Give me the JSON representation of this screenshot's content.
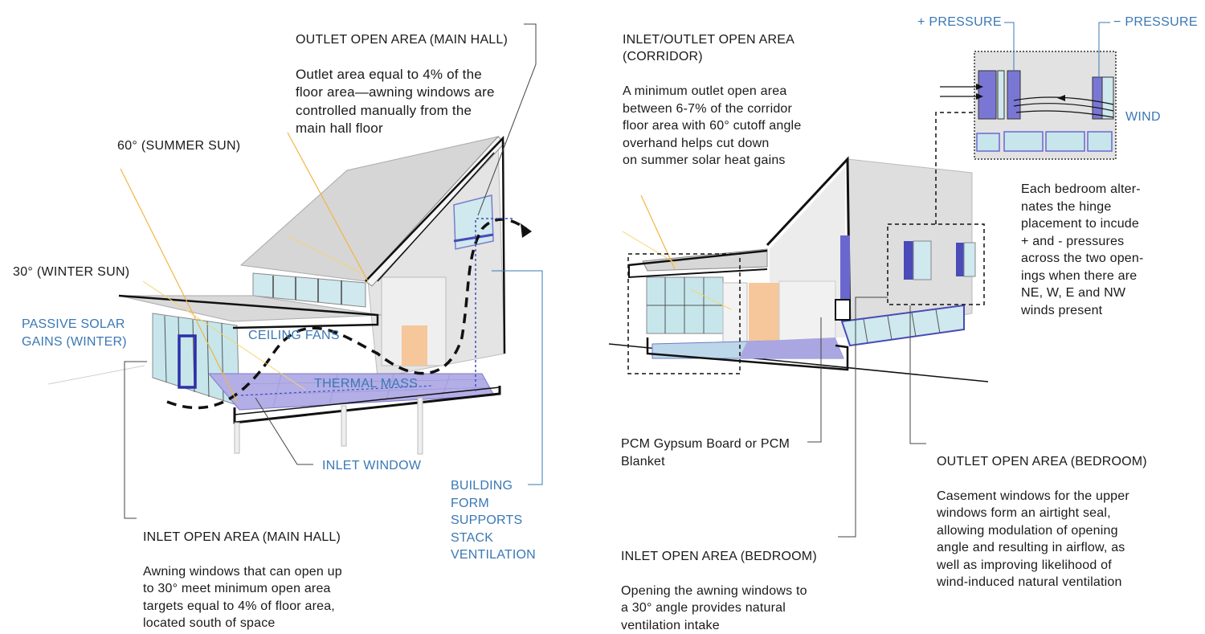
{
  "left": {
    "outlet_main_hall": {
      "heading": "OUTLET OPEN AREA (MAIN HALL)",
      "body": "Outlet area equal to 4% of the\nfloor area—awning windows are\ncontrolled manually from the\nmain hall floor"
    },
    "summer_sun": "60° (SUMMER SUN)",
    "winter_sun": "30° (WINTER SUN)",
    "passive_solar": "PASSIVE SOLAR\nGAINS (WINTER)",
    "ceiling_fans": "CEILING FANS",
    "thermal_mass": "THERMAL MASS",
    "inlet_window": "INLET WINDOW",
    "building_form": "BUILDING\nFORM\nSUPPORTS\nSTACK\nVENTILATION",
    "inlet_main_hall": {
      "heading": "INLET OPEN AREA (MAIN HALL)",
      "body": "Awning windows that can open up\nto 30° meet minimum open area\ntargets equal to 4% of floor area,\nlocated south of space"
    }
  },
  "right": {
    "corridor": {
      "heading": "INLET/OUTLET OPEN AREA\n(CORRIDOR)",
      "body": "A minimum outlet open area\nbetween 6-7% of the corridor\nfloor area with 60° cutoff angle\noverhand helps cut down\non summer solar heat gains"
    },
    "plus_pressure": "+ PRESSURE",
    "minus_pressure": "− PRESSURE",
    "wind": "WIND",
    "bedroom_note": "Each bedroom alter-\nnates the hinge\nplacement to incude\n+ and - pressures\nacross the two open-\nings when there are\nNE, W, E and NW\nwinds present",
    "pcm": "PCM Gypsum Board or PCM\nBlanket",
    "inlet_bedroom": {
      "heading": "INLET OPEN AREA (BEDROOM)",
      "body": "Opening the awning windows to\na 30° angle provides natural\nventilation intake"
    },
    "outlet_bedroom": {
      "heading": "OUTLET OPEN AREA (BEDROOM)",
      "body": "Casement windows for the upper\nwindows form an airtight seal,\nallowing modulation of opening\nangle and resulting in airflow, as\nwell as improving likelihood of\nwind-induced natural ventilation"
    }
  },
  "colors": {
    "text": "#1a1a1a",
    "label_blue": "#3a78b5",
    "wall_grey": "#d9d9d9",
    "glass_cyan": "#bfe4ea",
    "floor_purple": "#a9a3e0",
    "window_frame_blue": "#4a4ab8",
    "accent_orange": "#f6c79a",
    "sun_ray": "#f2b542",
    "leader_line": "#555555"
  }
}
